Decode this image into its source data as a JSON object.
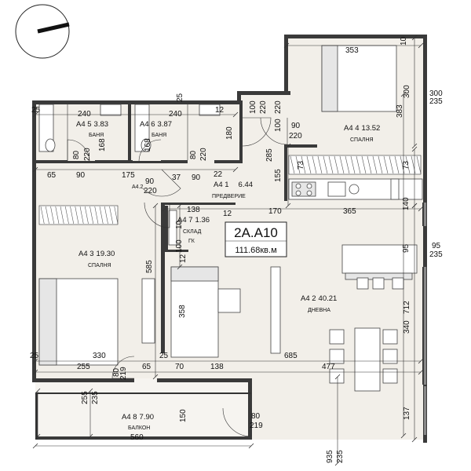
{
  "apartment": {
    "code": "2А.А10",
    "area": "111.68кв.м"
  },
  "rooms": [
    {
      "id": "a4-1",
      "code": "А4 1",
      "area": "6.44",
      "name": "ПРЕДВЕРИЕ"
    },
    {
      "id": "a4-2",
      "code": "А4 2",
      "area": "40.21",
      "name": "ДНЕВНА"
    },
    {
      "id": "a4-3",
      "code": "А4 3",
      "area": "19.30",
      "name": "СПАЛНЯ"
    },
    {
      "id": "a4-4",
      "code": "А4 4",
      "area": "13.52",
      "name": "СПАЛНЯ"
    },
    {
      "id": "a4-5",
      "code": "А4 5",
      "area": "3.83",
      "name": "БАНЯ"
    },
    {
      "id": "a4-6",
      "code": "А4 6",
      "area": "3.87",
      "name": "БАНЯ"
    },
    {
      "id": "a4-7",
      "code": "А4 7",
      "area": "1.36",
      "name": "СКЛАД",
      "name2": "ГК"
    },
    {
      "id": "a4-8",
      "code": "А4 8",
      "area": "7.90",
      "name": "БАЛКОН"
    }
  ],
  "small_labels": {
    "a4_2_marker": "А4.2"
  },
  "dimensions": {
    "d25a": "25",
    "d240a": "240",
    "d240b": "240",
    "d25b": "25",
    "d12": "12",
    "d353": "353",
    "d10": "10",
    "d300r": "300",
    "d235r": "235",
    "d300v": "300",
    "d383": "383",
    "d100a": "100",
    "d220a": "220",
    "d100b": "100",
    "d220b": "220",
    "d90a": "90",
    "d220c": "220",
    "d168a": "168",
    "d80a": "80",
    "d220d": "220",
    "d168b": "168",
    "d80b": "80",
    "d220e": "220",
    "d180": "180",
    "d285": "285",
    "d155": "155",
    "d65a": "65",
    "d90b": "90",
    "d175": "175",
    "d37": "37",
    "d90c": "90",
    "d22": "22",
    "d90d": "90",
    "d220f": "220",
    "d138a": "138",
    "d12b": "12",
    "d170": "170",
    "d365": "365",
    "d140": "140",
    "d73a": "73",
    "d73b": "73",
    "d10v": "10",
    "d100v": "100",
    "d12v": "12",
    "d95r": "95",
    "d235r2": "235",
    "d95v": "95",
    "d585": "585",
    "d358": "358",
    "d712": "712",
    "d340": "340",
    "d25c": "25",
    "d330": "330",
    "d25d": "25",
    "d685": "685",
    "d255a": "255",
    "d80c": "80",
    "d219a": "219",
    "d65b": "65",
    "d70": "70",
    "d138b": "138",
    "d477": "477",
    "d255v": "255",
    "d235v": "235",
    "d150": "150",
    "d80d": "80",
    "d219b": "219",
    "d560": "560",
    "d137": "137",
    "d935": "935",
    "d235b": "235"
  },
  "icons": {
    "compass": "north-arrow-icon"
  },
  "colors": {
    "room_fill": "#f2efe9",
    "wall": "#3a3a3a",
    "line": "#222222"
  }
}
